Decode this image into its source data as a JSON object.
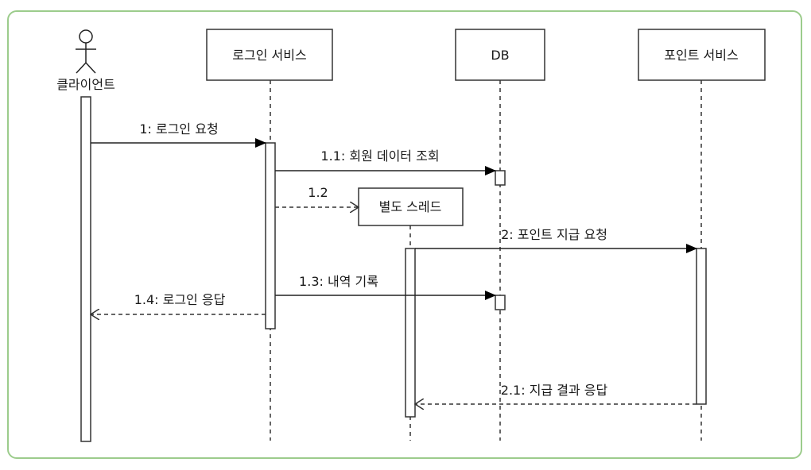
{
  "diagram": {
    "type": "sequence",
    "frame_color": "#9ccc8c",
    "actor": {
      "label": "클라이언트",
      "icon": "stick-figure-icon"
    },
    "participants": [
      {
        "id": "login",
        "label": "로그인 서비스"
      },
      {
        "id": "db",
        "label": "DB"
      },
      {
        "id": "point",
        "label": "포인트 서비스"
      },
      {
        "id": "thread",
        "label": "별도 스레드"
      }
    ],
    "messages": [
      {
        "id": "m1",
        "label": "1: 로그인 요청",
        "from": "client",
        "to": "login",
        "style": "sync"
      },
      {
        "id": "m11",
        "label": "1.1: 회원 데이터 조회",
        "from": "login",
        "to": "db",
        "style": "sync"
      },
      {
        "id": "m12",
        "label": "1.2",
        "from": "login",
        "to": "thread",
        "style": "create"
      },
      {
        "id": "m2",
        "label": "2: 포인트 지급 요청",
        "from": "thread",
        "to": "point",
        "style": "sync"
      },
      {
        "id": "m13",
        "label": "1.3: 내역 기록",
        "from": "login",
        "to": "db",
        "style": "sync"
      },
      {
        "id": "m14",
        "label": "1.4: 로그인 응답",
        "from": "login",
        "to": "client",
        "style": "reply"
      },
      {
        "id": "m21",
        "label": "2.1: 지급 결과 응답",
        "from": "point",
        "to": "thread",
        "style": "reply"
      }
    ]
  }
}
